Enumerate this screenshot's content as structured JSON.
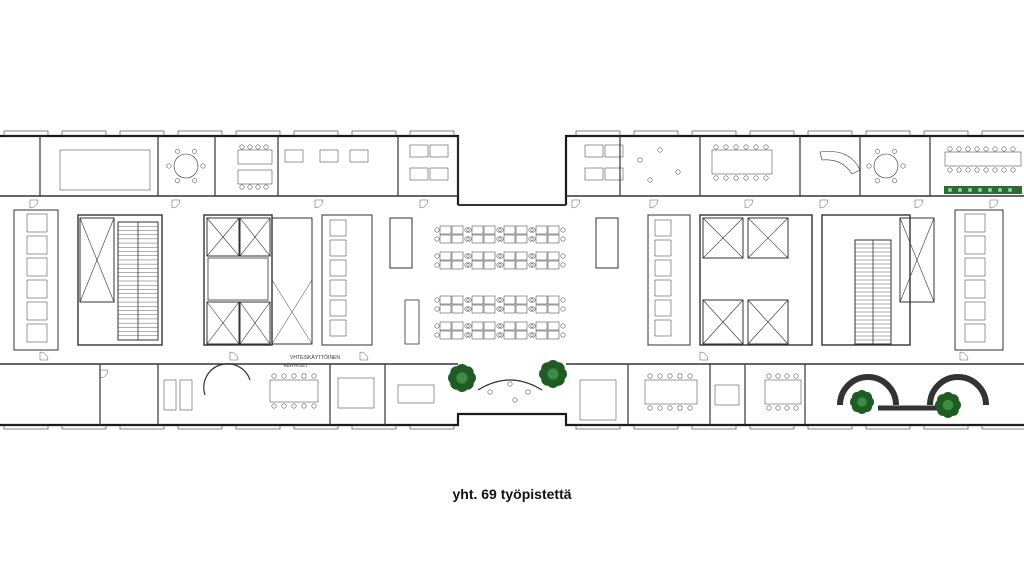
{
  "floorplan": {
    "caption": "yht. 69 työpistettä",
    "room_labels": [
      "VHTEISKÄYTTÖINEN",
      "KEHYKSET"
    ],
    "colors": {
      "wall": "#1a1a1a",
      "line": "#333333",
      "plant": "#1e5c24",
      "plant_light": "#3f8a45",
      "green_strip": "#2d6a35",
      "background": "#ffffff"
    },
    "icons": [
      "elevator-shaft-icon",
      "stair-icon",
      "plant-icon",
      "toilet-icon",
      "desk-icon",
      "chair-icon"
    ]
  }
}
